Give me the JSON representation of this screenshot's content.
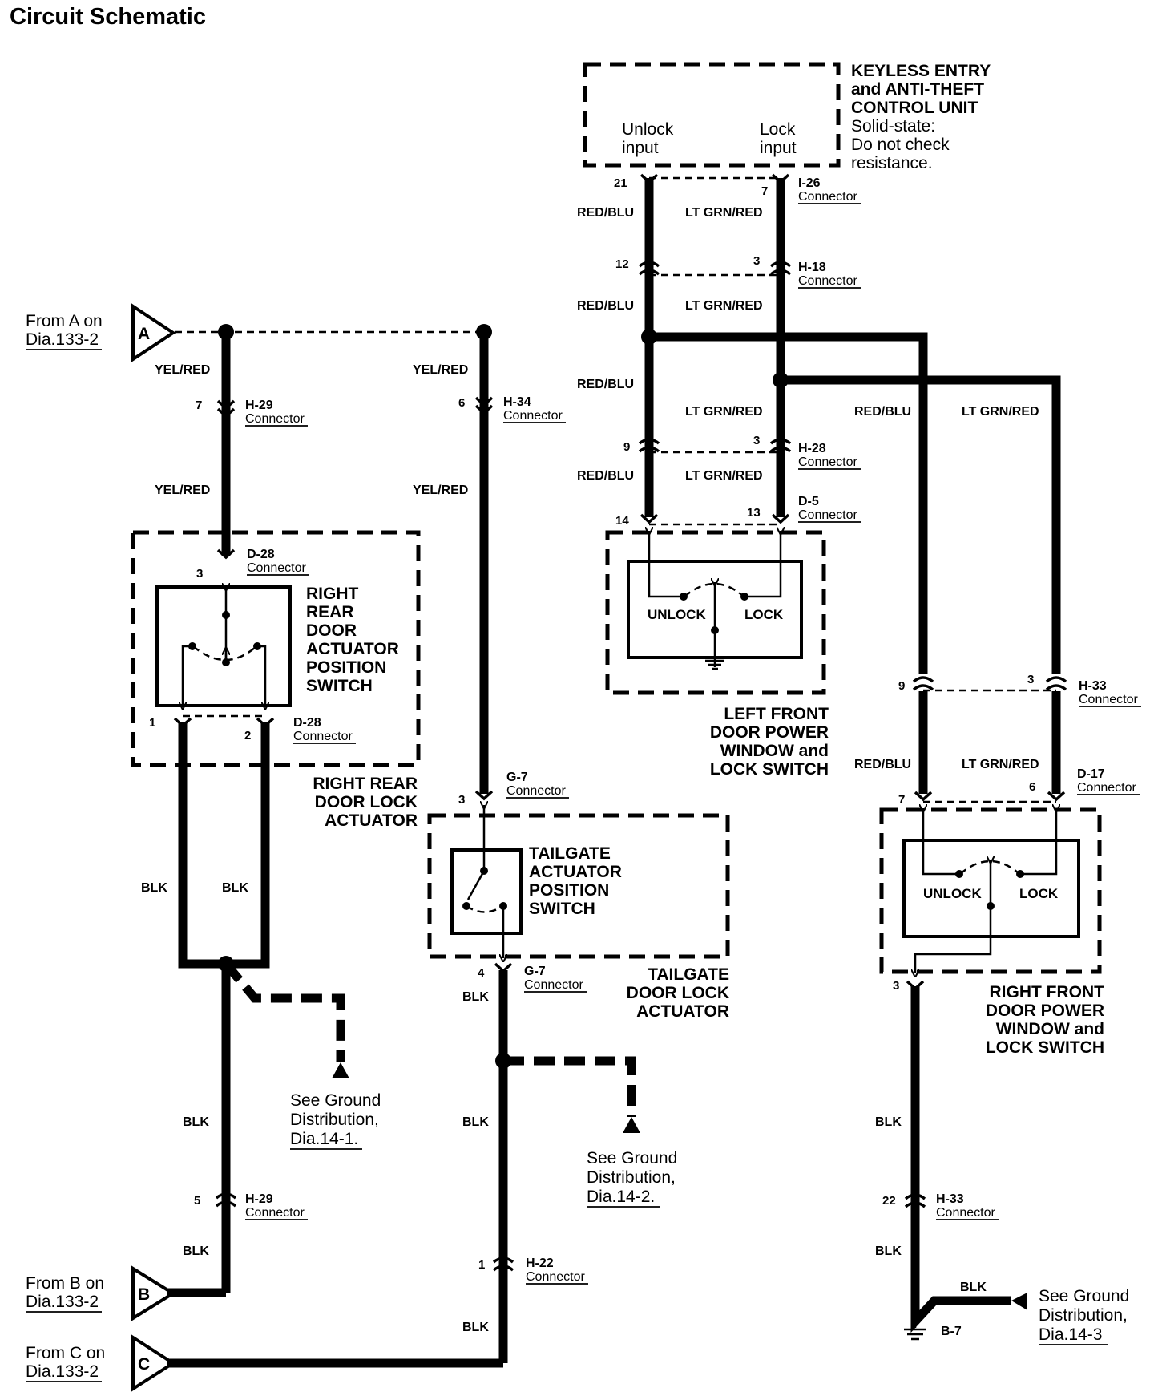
{
  "title": "Circuit Schematic",
  "keyless": {
    "name_lines": [
      "KEYLESS ENTRY",
      "and ANTI-THEFT",
      "CONTROL UNIT"
    ],
    "note_lines": [
      "Solid-state:",
      "Do not check",
      "resistance."
    ],
    "unlock_input": [
      "Unlock",
      "input"
    ],
    "lock_input": [
      "Lock",
      "input"
    ]
  },
  "components": {
    "rr_switch": [
      "RIGHT",
      "REAR",
      "DOOR",
      "ACTUATOR",
      "POSITION",
      "SWITCH"
    ],
    "rr_actuator": [
      "RIGHT REAR",
      "DOOR LOCK",
      "ACTUATOR"
    ],
    "tg_switch": [
      "TAILGATE",
      "ACTUATOR",
      "POSITION",
      "SWITCH"
    ],
    "tg_actuator": [
      "TAILGATE",
      "DOOR LOCK",
      "ACTUATOR"
    ],
    "lf_switch": [
      "LEFT FRONT",
      "DOOR POWER",
      "WINDOW and",
      "LOCK SWITCH"
    ],
    "rf_switch": [
      "RIGHT FRONT",
      "DOOR POWER",
      "WINDOW and",
      "LOCK SWITCH"
    ],
    "unlock": "UNLOCK",
    "lock": "LOCK"
  },
  "refs": {
    "from_a": [
      "From A on",
      "Dia.133-2"
    ],
    "from_b": [
      "From B on",
      "Dia.133-2"
    ],
    "from_c": [
      "From C on",
      "Dia.133-2"
    ],
    "letter_a": "A",
    "letter_b": "B",
    "letter_c": "C",
    "ground1": [
      "See Ground",
      "Distribution,",
      "Dia.14-1."
    ],
    "ground2": [
      "See Ground",
      "Distribution,",
      "Dia.14-2."
    ],
    "ground3": [
      "See Ground",
      "Distribution,",
      "Dia.14-3"
    ],
    "ground_b7": "B-7"
  },
  "wire_colors": {
    "yel_red": "YEL/RED",
    "blk": "BLK",
    "red_blu": "RED/BLU",
    "lt_grn_red": "LT GRN/RED"
  },
  "connector_word": "Connector",
  "connectors": {
    "i26": "I-26",
    "h18": "H-18",
    "h28": "H-28",
    "d5": "D-5",
    "h29": "H-29",
    "h34": "H-34",
    "d28": "D-28",
    "g7": "G-7",
    "h33": "H-33",
    "d17": "D-17",
    "h22": "H-22"
  },
  "pins": {
    "i26_a": "21",
    "i26_b": "7",
    "h18_a": "12",
    "h18_b": "3",
    "h28_a": "9",
    "h28_b": "3",
    "d5_a": "14",
    "d5_b": "13",
    "h29_top": "7",
    "h34": "6",
    "d28_top": "3",
    "d28_l": "1",
    "d28_r": "2",
    "g7_top": "3",
    "g7_bot": "4",
    "h29_bot": "5",
    "h22": "1",
    "h33_a": "9",
    "h33_b": "3",
    "d17_a": "7",
    "d17_b": "6",
    "d17_gnd": "3",
    "h33_gnd": "22"
  },
  "colors": {
    "ink": "#000000",
    "paper": "#ffffff"
  }
}
